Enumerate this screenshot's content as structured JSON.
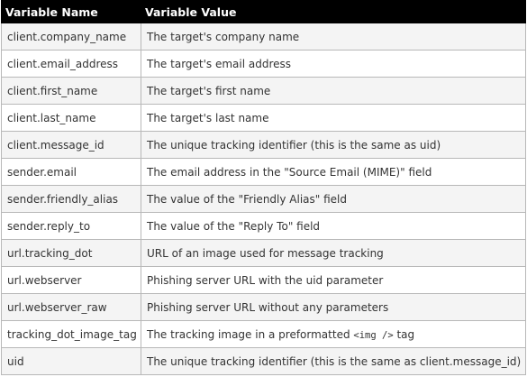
{
  "table": {
    "headers": [
      "Variable Name",
      "Variable Value"
    ],
    "rows": [
      {
        "name": "client.company_name",
        "value": "The target's company name"
      },
      {
        "name": "client.email_address",
        "value": "The target's email address"
      },
      {
        "name": "client.first_name",
        "value": "The target's first name"
      },
      {
        "name": "client.last_name",
        "value": "The target's last name"
      },
      {
        "name": "client.message_id",
        "value": "The unique tracking identifier (this is the same as uid)"
      },
      {
        "name": "sender.email",
        "value": "The email address in the \"Source Email (MIME)\" field"
      },
      {
        "name": "sender.friendly_alias",
        "value": "The value of the \"Friendly Alias\" field"
      },
      {
        "name": "sender.reply_to",
        "value": "The value of the \"Reply To\" field"
      },
      {
        "name": "url.tracking_dot",
        "value": "URL of an image used for message tracking"
      },
      {
        "name": "url.webserver",
        "value": "Phishing server URL with the uid parameter"
      },
      {
        "name": "url.webserver_raw",
        "value": "Phishing server URL without any parameters"
      },
      {
        "name": "tracking_dot_image_tag",
        "value_prefix": "The tracking image in a preformatted ",
        "value_code": "<img />",
        "value_suffix": " tag"
      },
      {
        "name": "uid",
        "value": "The unique tracking identifier (this is the same as client.message_id)"
      }
    ]
  }
}
